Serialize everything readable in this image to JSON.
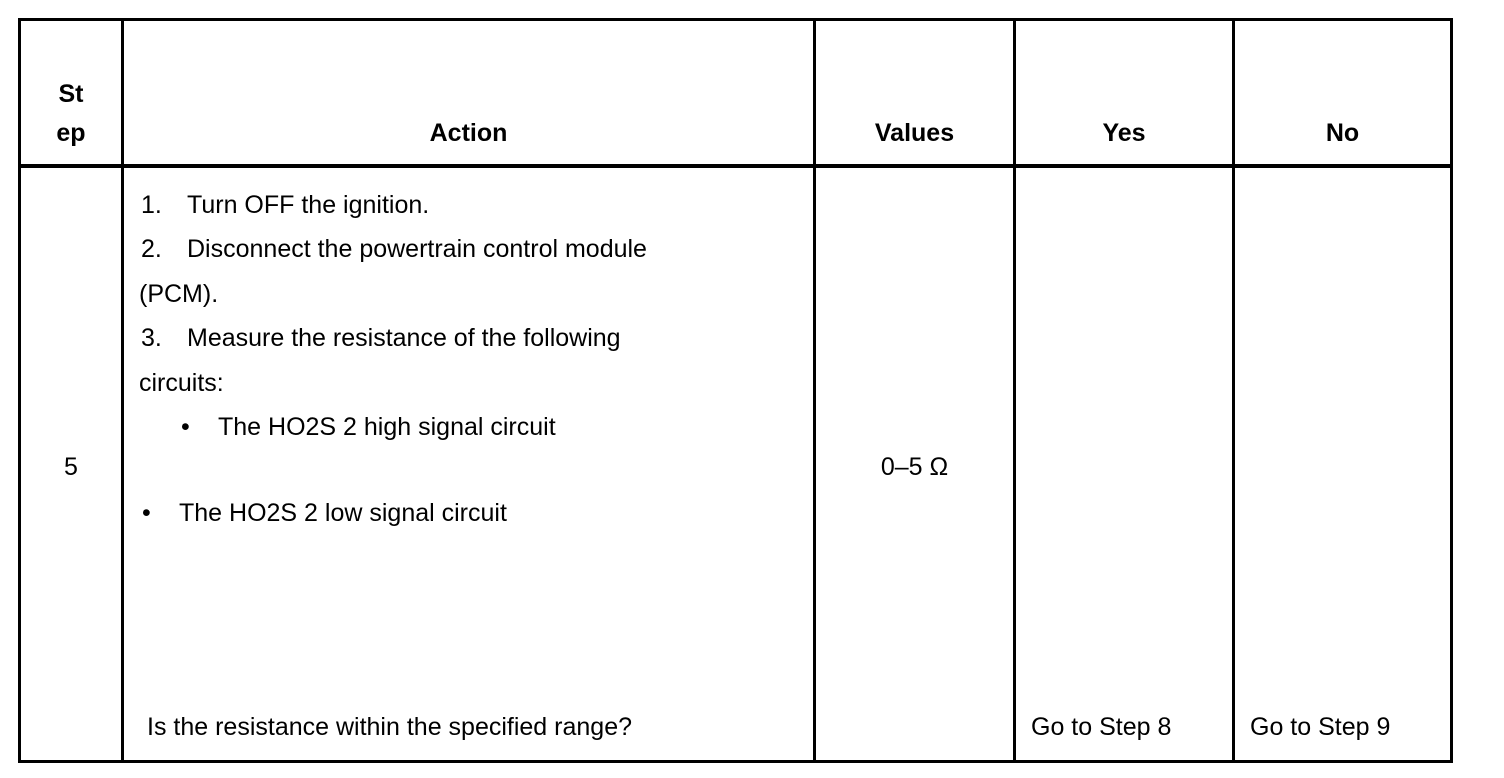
{
  "headers": {
    "step_line1": "St",
    "step_line2": "ep",
    "action": "Action",
    "values": "Values",
    "yes": "Yes",
    "no": "No"
  },
  "row": {
    "step": "5",
    "action_steps": [
      {
        "num": "1.",
        "text": "Turn OFF the ignition."
      },
      {
        "num": "2.",
        "text": "Disconnect the powertrain control module"
      },
      {
        "num": "3.",
        "text": "Measure the resistance of the following"
      }
    ],
    "action_step2_cont": "(PCM).",
    "action_step3_cont": "circuits:",
    "bullets": [
      {
        "symbol": "•",
        "text": "The HO2S 2 high signal circuit"
      },
      {
        "symbol": "•",
        "text": "The HO2S 2 low signal circuit"
      }
    ],
    "question": "Is the resistance within the specified range?",
    "value": "0–5 Ω",
    "yes": "Go to Step 8",
    "no": "Go to Step 9"
  }
}
